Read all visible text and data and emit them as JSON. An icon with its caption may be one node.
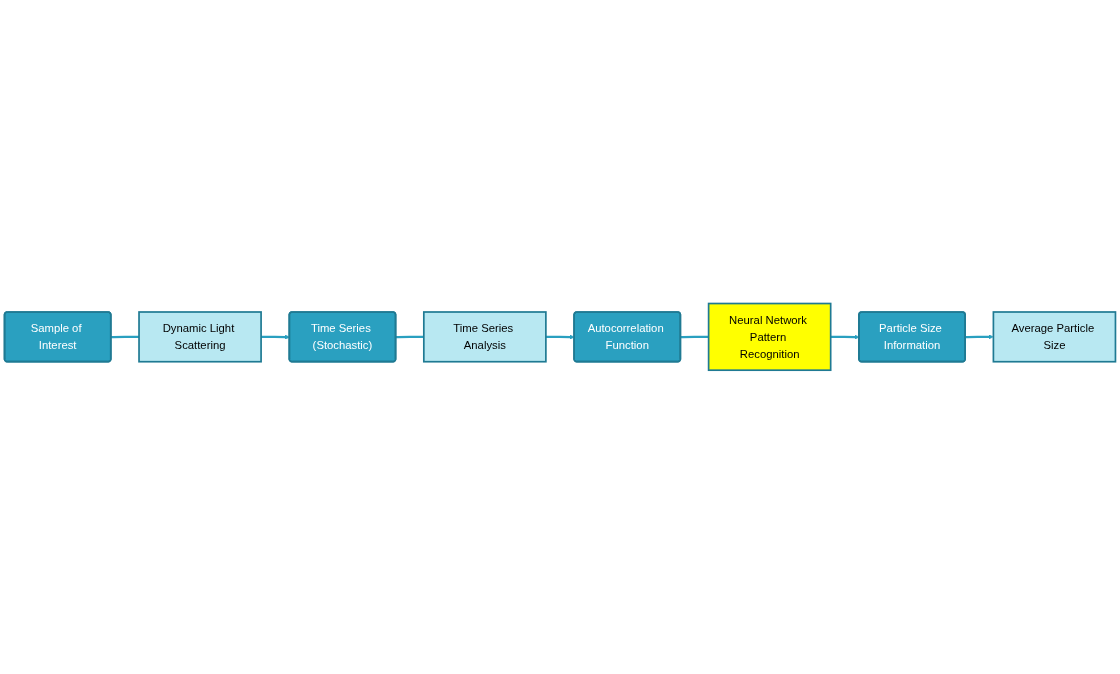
{
  "diagram": {
    "nodes": [
      {
        "text": [
          "Sample of Interest"
        ]
      },
      {
        "text": [
          "Dynamic Light Scattering"
        ]
      },
      {
        "text": [
          "Time Series (Stochastic)"
        ]
      },
      {
        "text": [
          "Time Series Analysis"
        ]
      },
      {
        "text": [
          "Autocorrelation Function"
        ]
      },
      {
        "text": [
          "Neural Network Pattern Recognition"
        ]
      },
      {
        "text": [
          "Particle Size Information"
        ]
      },
      {
        "text": [
          "Average Particle Size"
        ]
      }
    ],
    "edges": [
      {
        "from": 0,
        "to": 1,
        "arrow": "none"
      },
      {
        "from": 1,
        "to": 2,
        "arrow": "to"
      },
      {
        "from": 2,
        "to": 3,
        "arrow": "none"
      },
      {
        "from": 3,
        "to": 4,
        "arrow": "to"
      },
      {
        "from": 4,
        "to": 5,
        "arrow": "none"
      },
      {
        "from": 5,
        "to": 6,
        "arrow": "to"
      },
      {
        "from": 6,
        "to": 7,
        "arrow": "to"
      }
    ]
  }
}
